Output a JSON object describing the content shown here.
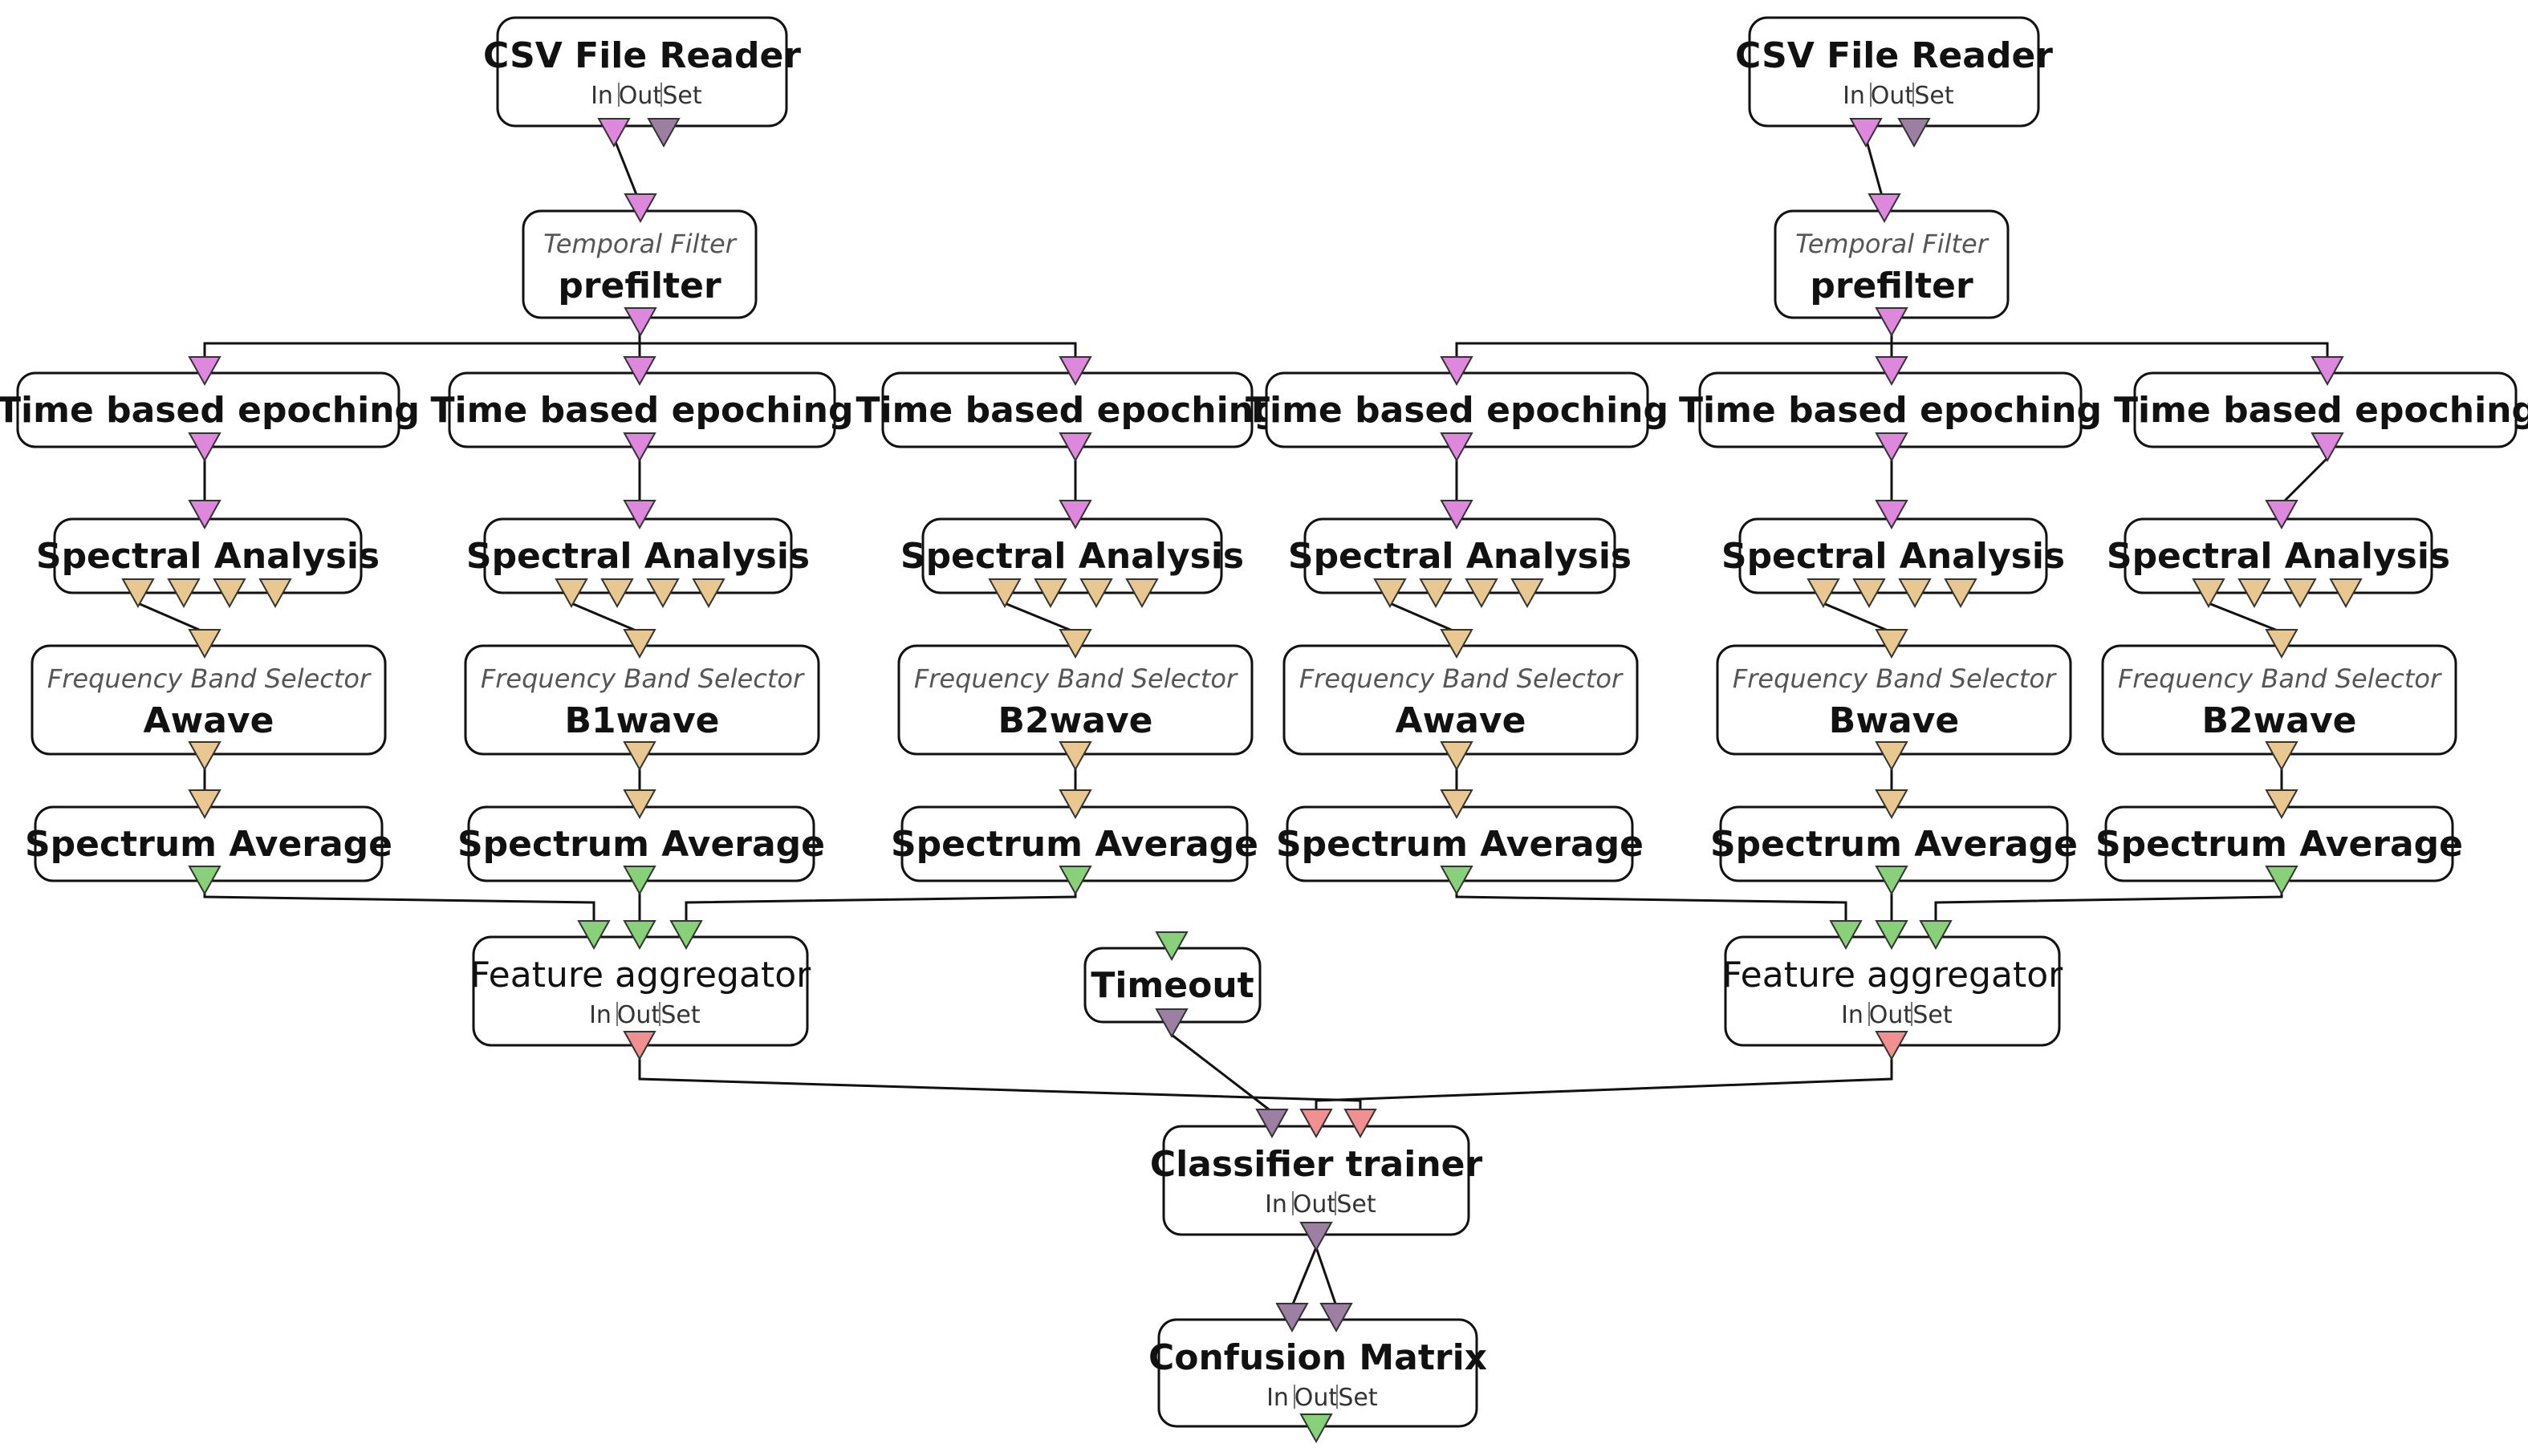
{
  "colors": {
    "signal_port": "#dd88dd",
    "spectrum_port": "#e8c890",
    "feature_port": "#88d07a",
    "stimulation_port": "#9c7fa2",
    "label_port": "#f09090"
  },
  "nodes": [
    {
      "id": "csv_left",
      "title": "CSV File Reader",
      "io": [
        "In",
        "Out",
        "Set"
      ]
    },
    {
      "id": "csv_right",
      "title": "CSV File Reader",
      "io": [
        "In",
        "Out",
        "Set"
      ]
    },
    {
      "id": "pre_left",
      "subtitle": "Temporal Filter",
      "name": "prefilter"
    },
    {
      "id": "pre_right",
      "subtitle": "Temporal Filter",
      "name": "prefilter"
    },
    {
      "id": "ep1",
      "title": "Time based epoching"
    },
    {
      "id": "ep2",
      "title": "Time based epoching"
    },
    {
      "id": "ep3",
      "title": "Time based epoching"
    },
    {
      "id": "ep4",
      "title": "Time based epoching"
    },
    {
      "id": "ep5",
      "title": "Time based epoching"
    },
    {
      "id": "ep6",
      "title": "Time based epoching"
    },
    {
      "id": "sp1",
      "title": "Spectral Analysis"
    },
    {
      "id": "sp2",
      "title": "Spectral Analysis"
    },
    {
      "id": "sp3",
      "title": "Spectral Analysis"
    },
    {
      "id": "sp4",
      "title": "Spectral Analysis"
    },
    {
      "id": "sp5",
      "title": "Spectral Analysis"
    },
    {
      "id": "sp6",
      "title": "Spectral Analysis"
    },
    {
      "id": "fb1",
      "subtitle": "Frequency Band Selector",
      "name": "Awave"
    },
    {
      "id": "fb2",
      "subtitle": "Frequency Band Selector",
      "name": "B1wave"
    },
    {
      "id": "fb3",
      "subtitle": "Frequency Band Selector",
      "name": "B2wave"
    },
    {
      "id": "fb4",
      "subtitle": "Frequency Band Selector",
      "name": "Awave"
    },
    {
      "id": "fb5",
      "subtitle": "Frequency Band Selector",
      "name": "Bwave"
    },
    {
      "id": "fb6",
      "subtitle": "Frequency Band Selector",
      "name": "B2wave"
    },
    {
      "id": "sa1",
      "title": "Spectrum Average"
    },
    {
      "id": "sa2",
      "title": "Spectrum Average"
    },
    {
      "id": "sa3",
      "title": "Spectrum Average"
    },
    {
      "id": "sa4",
      "title": "Spectrum Average"
    },
    {
      "id": "sa5",
      "title": "Spectrum Average"
    },
    {
      "id": "sa6",
      "title": "Spectrum Average"
    },
    {
      "id": "fa_left",
      "plain": "Feature aggregator",
      "io": [
        "In",
        "Out",
        "Set"
      ]
    },
    {
      "id": "fa_right",
      "plain": "Feature aggregator",
      "io": [
        "In",
        "Out",
        "Set"
      ]
    },
    {
      "id": "timeout",
      "title": "Timeout"
    },
    {
      "id": "classifier",
      "title": "Classifier trainer",
      "io": [
        "In",
        "Out",
        "Set"
      ]
    },
    {
      "id": "confusion",
      "title": "Confusion Matrix",
      "io": [
        "In",
        "Out",
        "Set"
      ]
    }
  ]
}
